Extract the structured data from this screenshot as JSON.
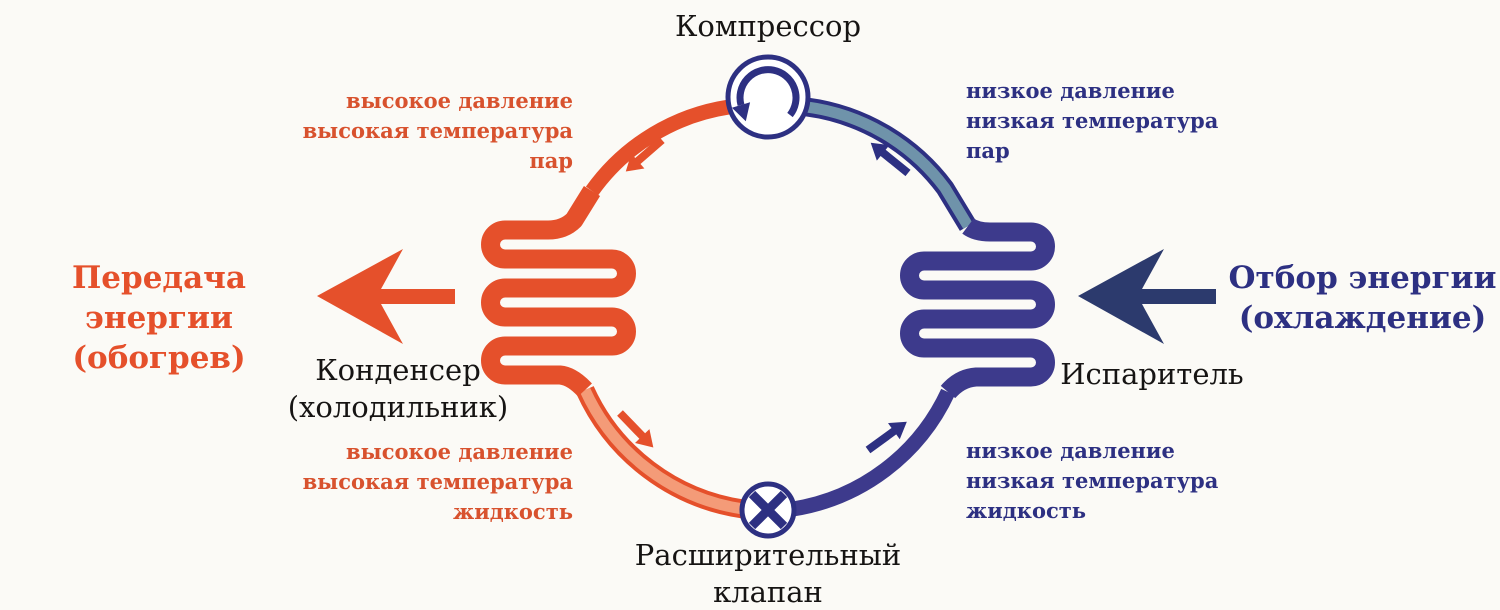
{
  "diagram": {
    "background": "#fbfaf6",
    "colors": {
      "hot": "#e5502b",
      "hot_light": "#f49b78",
      "hot_text": "#d8522e",
      "cold": "#3d3a8c",
      "steel": "#6f93aa",
      "navy": "#2d3082",
      "navy_arrow": "#2c3a6d",
      "ink": "#161413",
      "bg": "#fbfaf6"
    },
    "components": {
      "compressor": "Компрессор",
      "condenser_line1": "Конденсер",
      "condenser_line2": "(холодильник)",
      "evaporator": "Испаритель",
      "expansion_valve_line1": "Расширительный",
      "expansion_valve_line2": "клапан"
    },
    "energy_flows": {
      "heating_line1": "Передача энергии",
      "heating_line2": "(обогрев)",
      "cooling_line1": "Отбор энергии",
      "cooling_line2": "(охлаждение)"
    },
    "states": {
      "top_left": {
        "line1": "высокое давление",
        "line2": "высокая температура",
        "line3": "пар"
      },
      "top_right": {
        "line1": "низкое давление",
        "line2": "низкая температура",
        "line3": "пар"
      },
      "bottom_left": {
        "line1": "высокое давление",
        "line2": "высокая температура",
        "line3": "жидкость"
      },
      "bottom_right": {
        "line1": "низкое давление",
        "line2": "низкая температура",
        "line3": "жидкость"
      }
    }
  }
}
